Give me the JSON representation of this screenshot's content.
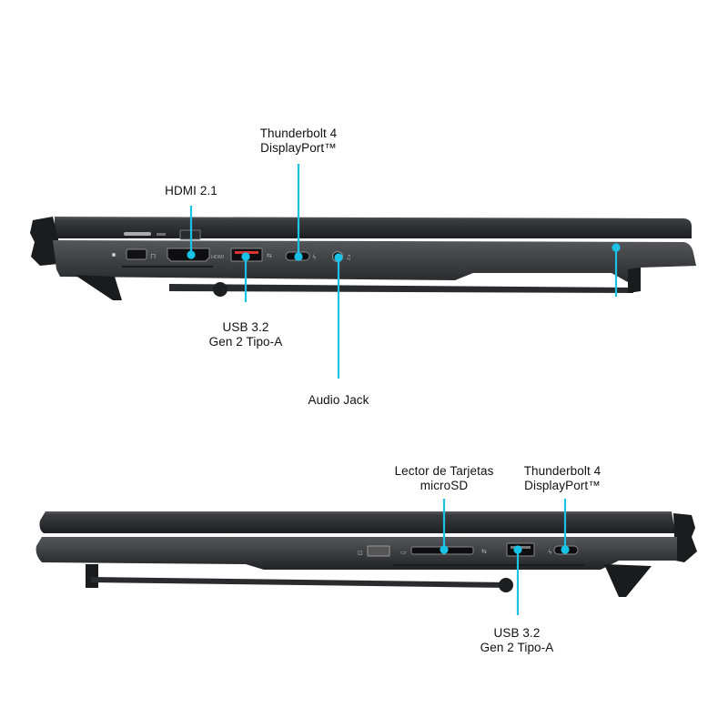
{
  "accent_color": "#19c2e6",
  "top_view": {
    "labels": [
      {
        "id": "tb4",
        "text": "Thunderbolt 4\nDisplayPort™"
      },
      {
        "id": "hdmi",
        "text": "HDMI 2.1"
      },
      {
        "id": "usba",
        "text": "USB 3.2\nGen 2 Tipo-A"
      },
      {
        "id": "audio",
        "text": "Audio Jack"
      }
    ],
    "port_text": {
      "hdmi_mark": "HDMI"
    }
  },
  "bottom_view": {
    "labels": [
      {
        "id": "sd",
        "text": "Lector de Tarjetas\nmicroSD"
      },
      {
        "id": "tb4",
        "text": "Thunderbolt 4\nDisplayPort™"
      },
      {
        "id": "usba",
        "text": "USB 3.2\nGen 2 Tipo-A"
      }
    ]
  }
}
